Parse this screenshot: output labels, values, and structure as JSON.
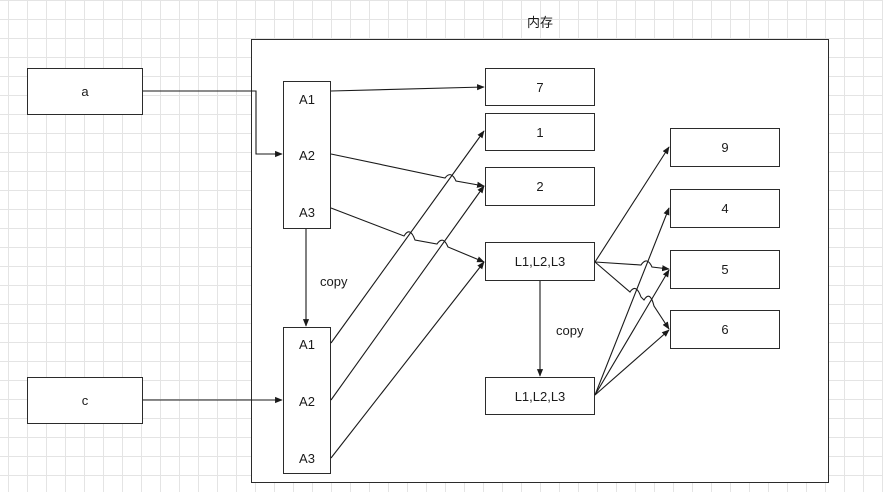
{
  "diagram": {
    "title": "内存",
    "variables": [
      {
        "id": "a",
        "label": "a"
      },
      {
        "id": "c",
        "label": "c"
      }
    ],
    "arrays": [
      {
        "id": "arr-top",
        "slots": [
          "A1",
          "A2",
          "A3"
        ]
      },
      {
        "id": "arr-bottom",
        "slots": [
          "A1",
          "A2",
          "A3"
        ]
      }
    ],
    "values": [
      {
        "id": "v7",
        "label": "7"
      },
      {
        "id": "v1",
        "label": "1"
      },
      {
        "id": "v2",
        "label": "2"
      },
      {
        "id": "list-top",
        "label": "L1,L2,L3"
      },
      {
        "id": "list-bottom",
        "label": "L1,L2,L3"
      },
      {
        "id": "v9",
        "label": "9"
      },
      {
        "id": "v4",
        "label": "4"
      },
      {
        "id": "v5",
        "label": "5"
      },
      {
        "id": "v6",
        "label": "6"
      }
    ],
    "copy_labels": [
      "copy",
      "copy"
    ],
    "edges": [
      {
        "from": "a",
        "to": "arr-top.A2"
      },
      {
        "from": "c",
        "to": "arr-bottom.A2"
      },
      {
        "from": "arr-top.A1",
        "to": "v7"
      },
      {
        "from": "arr-top.A2",
        "to": "v2"
      },
      {
        "from": "arr-top.A3",
        "to": "list-top"
      },
      {
        "from": "arr-top",
        "to": "arr-bottom",
        "label": "copy"
      },
      {
        "from": "arr-bottom.A1",
        "to": "v1"
      },
      {
        "from": "arr-bottom.A2",
        "to": "v2"
      },
      {
        "from": "arr-bottom.A3",
        "to": "list-top"
      },
      {
        "from": "list-top",
        "to": "list-bottom",
        "label": "copy"
      },
      {
        "from": "list-top",
        "to": "v9"
      },
      {
        "from": "list-top",
        "to": "v5"
      },
      {
        "from": "list-top",
        "to": "v6"
      },
      {
        "from": "list-bottom",
        "to": "v4"
      },
      {
        "from": "list-bottom",
        "to": "v5"
      },
      {
        "from": "list-bottom",
        "to": "v6"
      }
    ]
  }
}
